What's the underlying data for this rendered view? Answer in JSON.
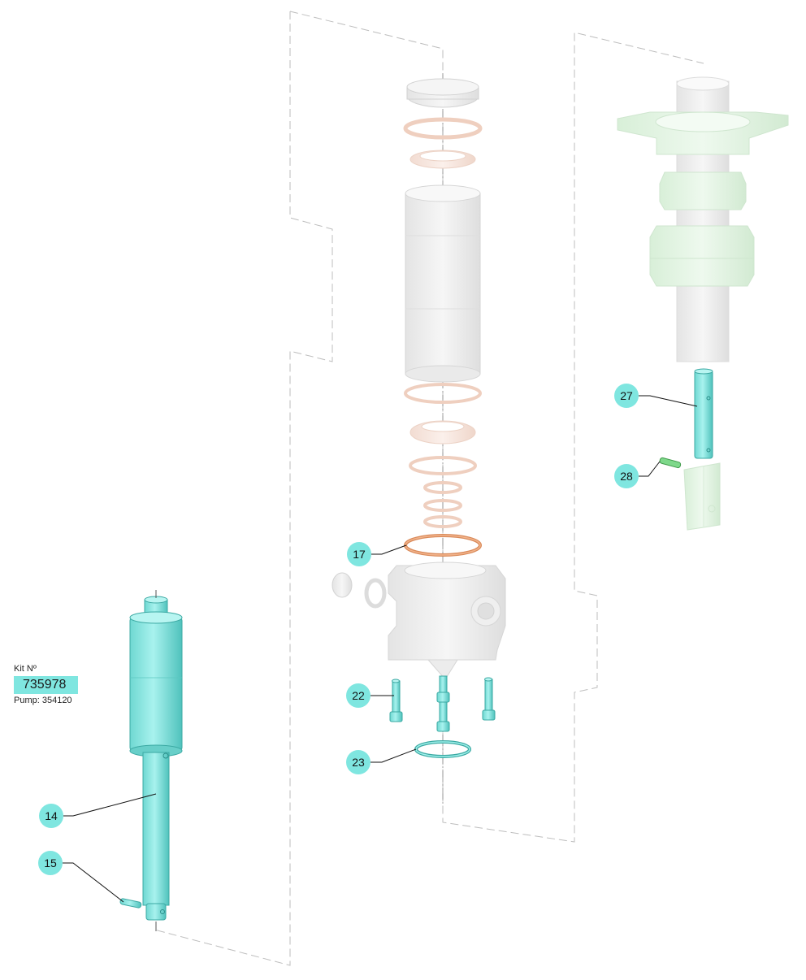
{
  "kit": {
    "label": "Kit Nº",
    "number": "735978",
    "pump": "Pump: 354120"
  },
  "callouts": {
    "c14": "14",
    "c15": "15",
    "c17": "17",
    "c22": "22",
    "c23": "23",
    "c27": "27",
    "c28": "28"
  },
  "colors": {
    "highlight": "#7fe6e0",
    "ring_highlight": "#d98a5a",
    "ghost_grey": "#eeeeee",
    "ghost_green": "#e6f5e6",
    "ghost_pink": "#f7e6df"
  }
}
